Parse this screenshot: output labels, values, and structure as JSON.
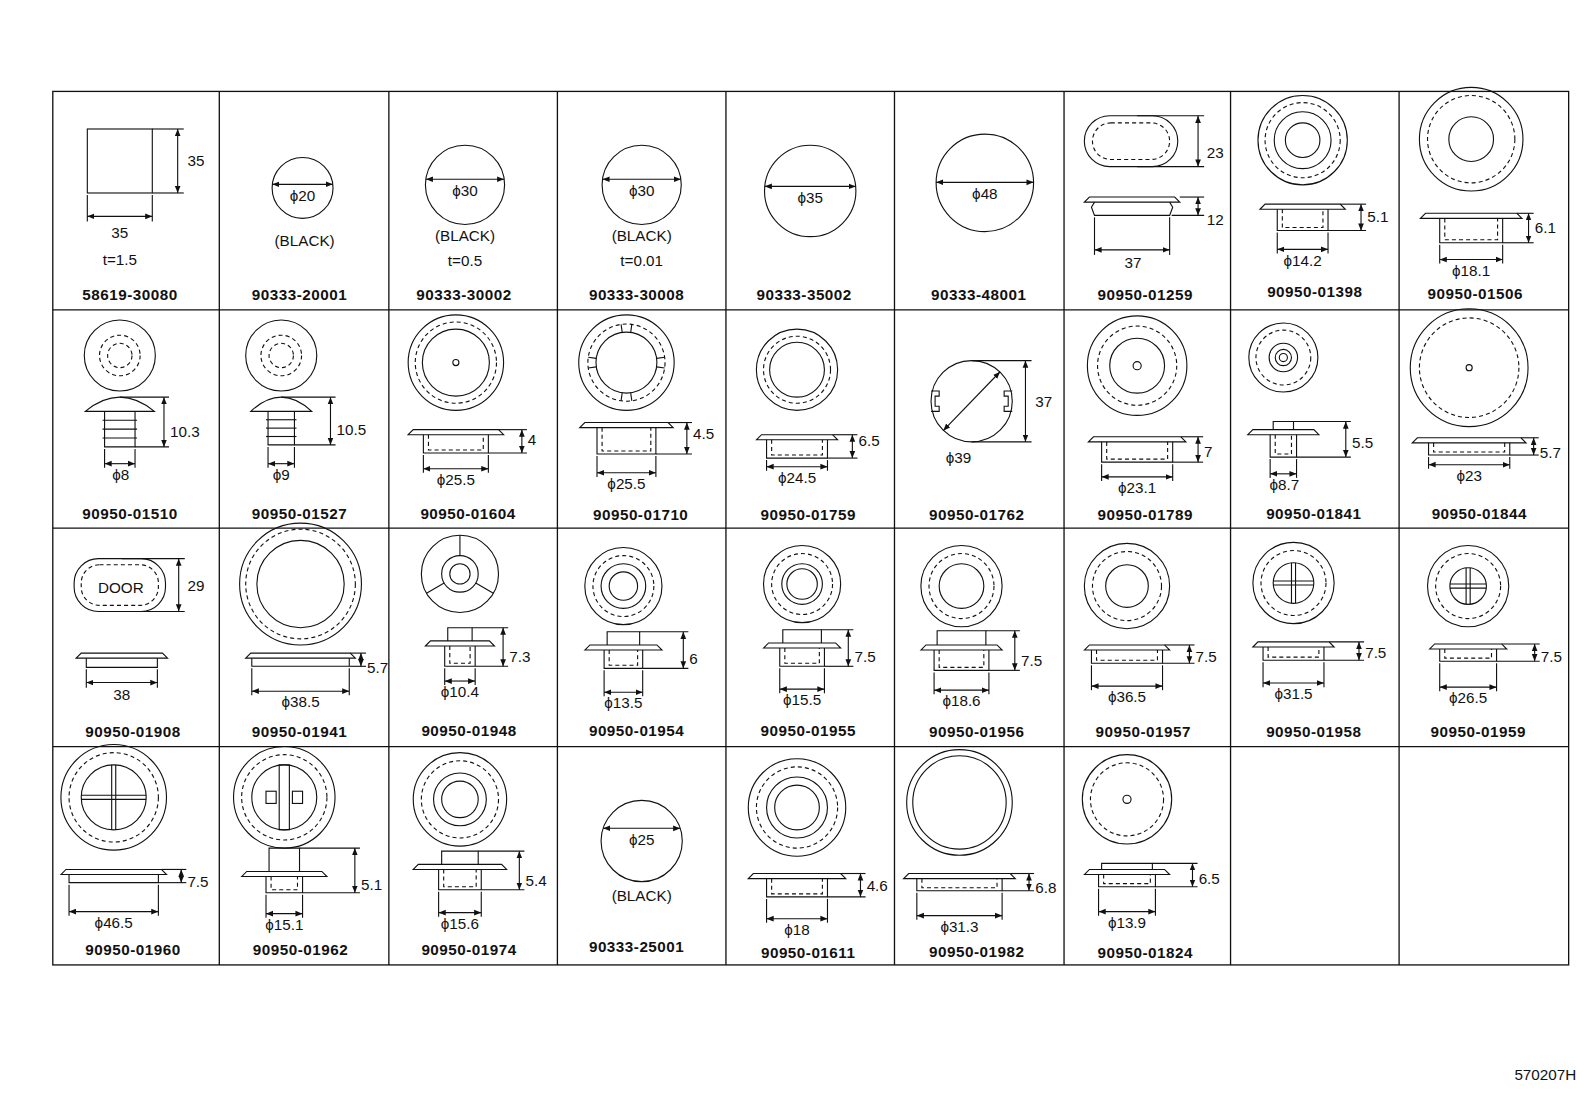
{
  "diagram": {
    "labels": [
      "35",
      "35",
      "t=1.5",
      "58619-30080",
      "ϕ20",
      "(BLACK)",
      "90333-20001",
      "ϕ30",
      "(BLACK)",
      "t=0.5",
      "90333-30002",
      "ϕ30",
      "(BLACK)",
      "t=0.01",
      "90333-30008",
      "ϕ35",
      "90333-35002",
      "ϕ48",
      "90333-48001",
      "23",
      "12",
      "37",
      "90950-01259",
      "5.1",
      "ϕ14.2",
      "90950-01398",
      "6.1",
      "ϕ18.1",
      "90950-01506",
      "10.3",
      "ϕ8",
      "90950-01510",
      "10.5",
      "ϕ9",
      "90950-01527",
      "4",
      "ϕ25.5",
      "90950-01604",
      "4.5",
      "ϕ25.5",
      "90950-01710",
      "6.5",
      "ϕ24.5",
      "90950-01759",
      "37",
      "ϕ39",
      "90950-01762",
      "7",
      "ϕ23.1",
      "90950-01789",
      "5.5",
      "ϕ8.7",
      "90950-01841",
      "5.7",
      "ϕ23",
      "90950-01844",
      "DOOR",
      "29",
      "38",
      "90950-01908",
      "5.7",
      "ϕ38.5",
      "90950-01941",
      "7.3",
      "ϕ10.4",
      "90950-01948",
      "6",
      "ϕ13.5",
      "90950-01954",
      "7.5",
      "ϕ15.5",
      "90950-01955",
      "7.5",
      "ϕ18.6",
      "90950-01956",
      "7.5",
      "ϕ36.5",
      "90950-01957",
      "7.5",
      "ϕ31.5",
      "90950-01958",
      "7.5",
      "ϕ26.5",
      "90950-01959",
      "7.5",
      "ϕ46.5",
      "90950-01960",
      "5.1",
      "ϕ15.1",
      "90950-01962",
      "5.4",
      "ϕ15.6",
      "90950-01974",
      "ϕ25",
      "(BLACK)",
      "90333-25001",
      "4.6",
      "ϕ18",
      "90950-01611",
      "6.8",
      "ϕ31.3",
      "90950-01982",
      "6.5",
      "ϕ13.9",
      "90950-01824",
      "570207H"
    ]
  }
}
